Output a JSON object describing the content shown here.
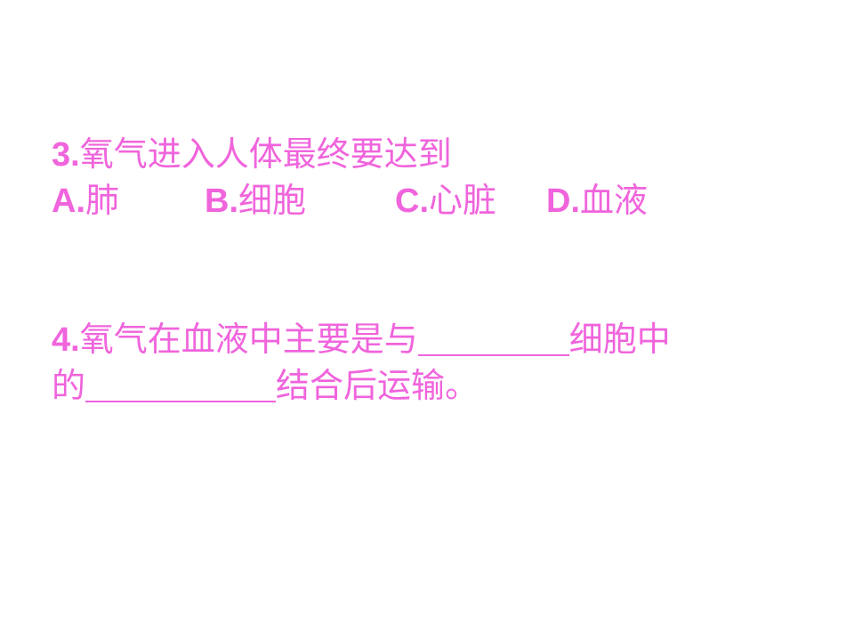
{
  "question3": {
    "number": "3.",
    "text": "氧气进入人体最终要达到",
    "options": [
      {
        "letter": "A.",
        "text": "肺"
      },
      {
        "letter": "B.",
        "text": "细胞"
      },
      {
        "letter": "C.",
        "text": "心脏"
      },
      {
        "letter": "D.",
        "text": "血液"
      }
    ]
  },
  "question4": {
    "number": "4.",
    "text_part1": "氧气在血液中主要是与",
    "text_part2": "细胞中",
    "text_part3": "的",
    "text_part4": "结合后运输。"
  },
  "colors": {
    "text": "#f064dc",
    "background": "#ffffff"
  }
}
